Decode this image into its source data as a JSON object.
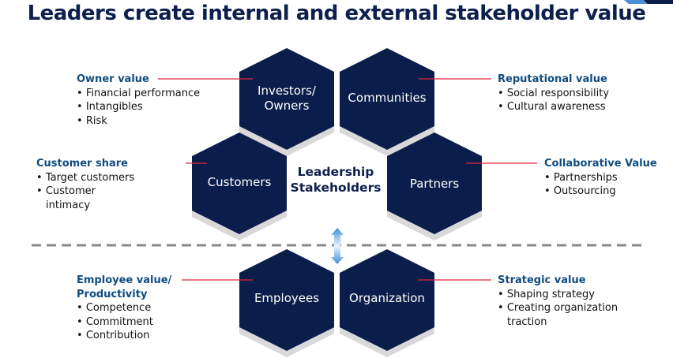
{
  "title": "Leaders create internal and external stakeholder value",
  "center_label": [
    "Leadership",
    "Stakeholders"
  ],
  "hexagons": {
    "investors": [
      "Investors/",
      "Owners"
    ],
    "communities": "Communities",
    "customers": "Customers",
    "partners": "Partners",
    "employees": "Employees",
    "organization": "Organization"
  },
  "blocks": {
    "owner": {
      "heading": "Owner value",
      "items": [
        "Financial performance",
        "Intangibles",
        "Risk"
      ]
    },
    "reputational": {
      "heading": "Reputational value",
      "items": [
        "Social responsibility",
        "Cultural awareness"
      ]
    },
    "customer": {
      "heading": "Customer share",
      "items": [
        "Target customers",
        "Customer",
        "intimacy"
      ]
    },
    "collaborative": {
      "heading": "Collaborative Value",
      "items": [
        "Partnerships",
        "Outsourcing"
      ]
    },
    "employee": {
      "heading": [
        "Employee value/",
        "Productivity"
      ],
      "items": [
        "Competence",
        "Commitment",
        "Contribution"
      ]
    },
    "strategic": {
      "heading": "Strategic value",
      "items": [
        "Shaping strategy",
        "Creating organization",
        "traction"
      ]
    }
  },
  "colors": {
    "hex_fill": "#0b1d4a",
    "shadow": "#d9d9d9",
    "connector": "#e0253b",
    "heading": "#0f4c81",
    "title": "#0d1f4d"
  }
}
